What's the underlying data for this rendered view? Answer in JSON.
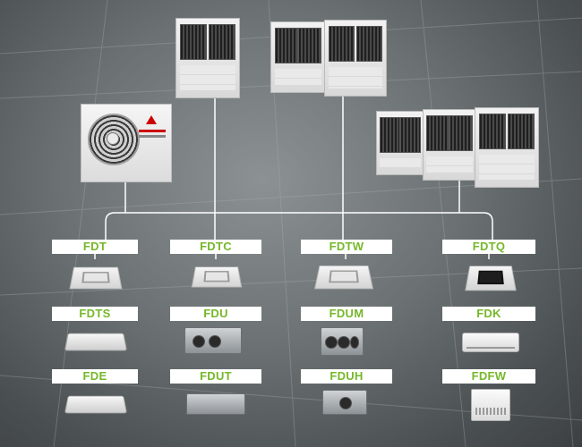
{
  "diagram": {
    "columns": [
      {
        "items": [
          {
            "label": "FDT",
            "unit": "cassette-4way-unit"
          },
          {
            "label": "FDTS",
            "unit": "ceiling-slim-unit"
          },
          {
            "label": "FDE",
            "unit": "ceiling-suspended-unit"
          }
        ]
      },
      {
        "items": [
          {
            "label": "FDTC",
            "unit": "cassette-compact-unit"
          },
          {
            "label": "FDU",
            "unit": "ducted-unit"
          },
          {
            "label": "FDUT",
            "unit": "ducted-thin-unit"
          }
        ]
      },
      {
        "items": [
          {
            "label": "FDTW",
            "unit": "cassette-2way-unit"
          },
          {
            "label": "FDUM",
            "unit": "ducted-medium-unit"
          },
          {
            "label": "FDUH",
            "unit": "ducted-high-unit"
          }
        ]
      },
      {
        "items": [
          {
            "label": "FDTQ",
            "unit": "cassette-dark-unit"
          },
          {
            "label": "FDK",
            "unit": "wall-mounted-unit"
          },
          {
            "label": "FDFW",
            "unit": "floor-standing-unit"
          }
        ]
      }
    ],
    "outdoor_units": [
      "split-outdoor-unit",
      "vrf-outdoor-unit-single",
      "vrf-outdoor-unit-double",
      "vrf-outdoor-unit-triple"
    ],
    "colors": {
      "label_text": "#76b82a",
      "label_bg": "#ffffff",
      "line": "#ffffff",
      "brand_red": "#cc0000"
    }
  }
}
